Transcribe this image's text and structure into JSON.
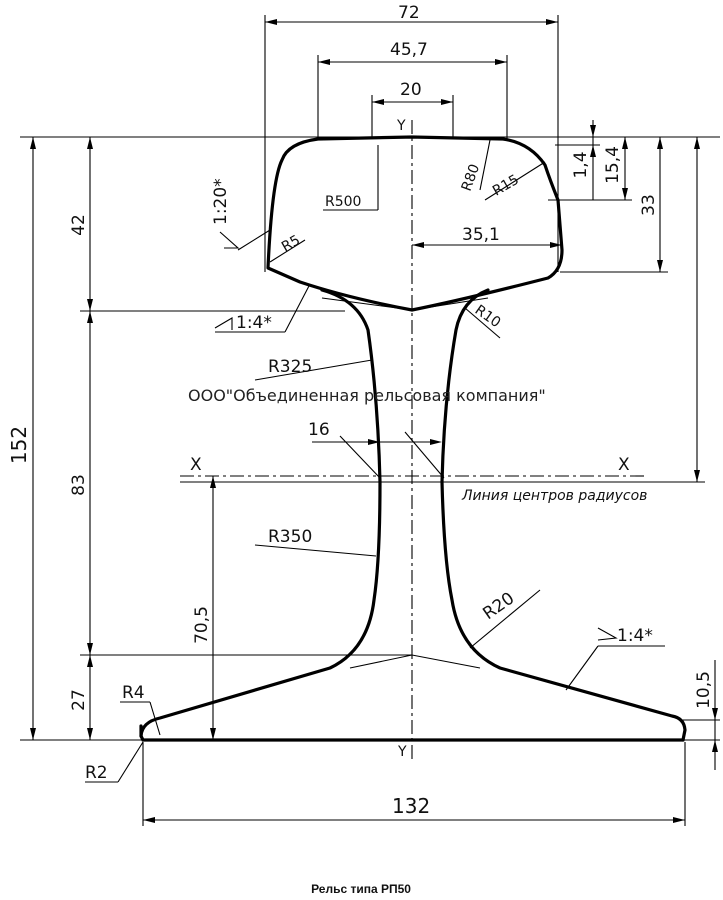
{
  "dimensions": {
    "head_width": "72",
    "head_crown": "45,7",
    "crown_center": "20",
    "head_half": "35,1",
    "total_height": "152",
    "head_height": "42",
    "web_height": "83",
    "foot_height": "27",
    "axis_height": "70,5",
    "foot_width": "132",
    "web_thickness": "16",
    "foot_edge": "10,5",
    "head_side": "33",
    "head_offset_small": "1,4",
    "head_offset_large": "15,4"
  },
  "radii": {
    "r500": "R500",
    "r80": "R80",
    "r15": "R15",
    "r5": "R5",
    "r10": "R10",
    "r325": "R325",
    "r350": "R350",
    "r20": "R20",
    "r4": "R4",
    "r2": "R2"
  },
  "slopes": {
    "head_side": "1:20*",
    "head_underside": "1:4*",
    "foot_top": "1:4*"
  },
  "axes": {
    "x_left": "X",
    "x_right": "X",
    "y_top": "Y",
    "y_bottom": "Y"
  },
  "note_centers": "Линия центров радиусов",
  "watermark": "ООО\"Объединенная рельсовая компания\"",
  "caption": "Рельс типа РП50"
}
